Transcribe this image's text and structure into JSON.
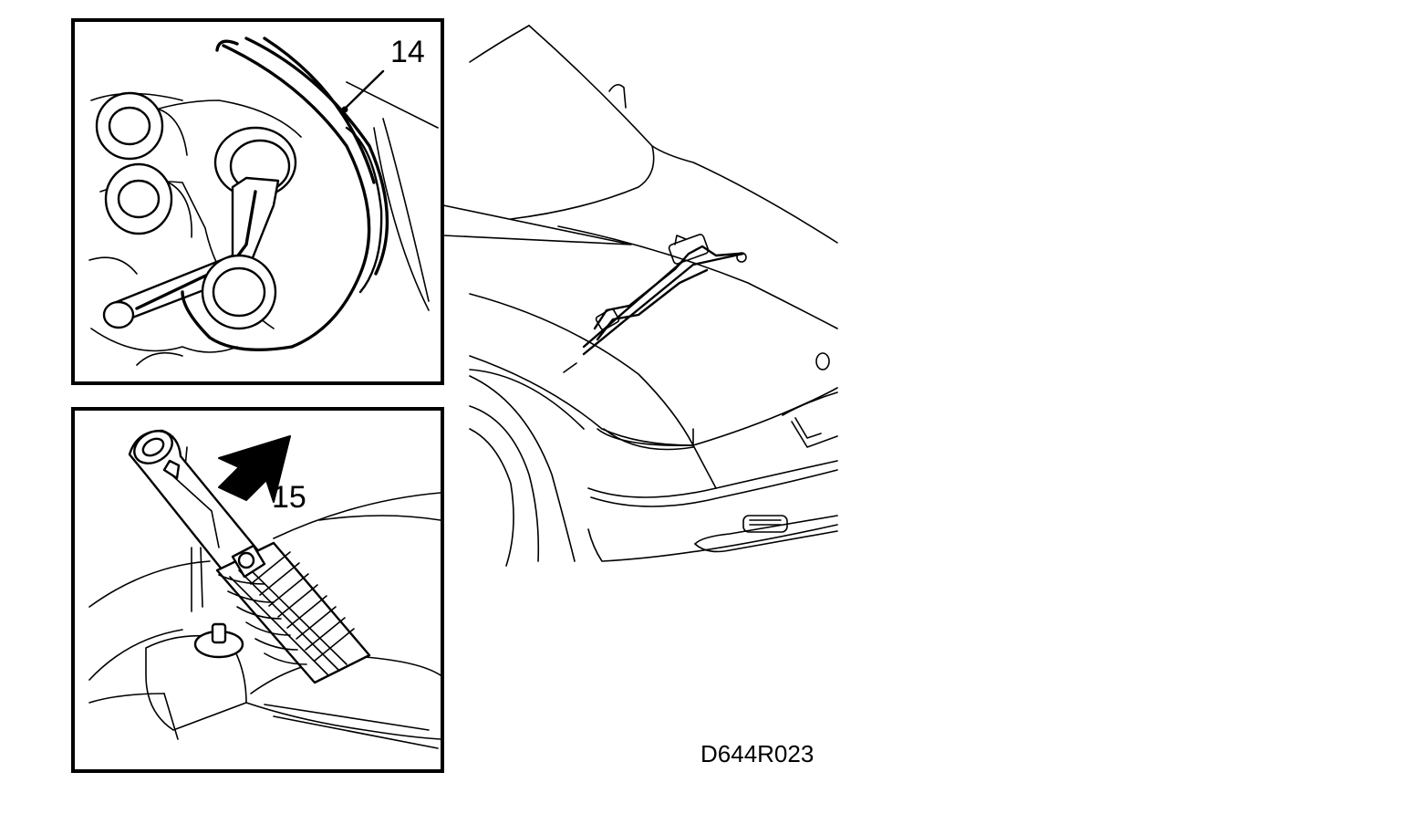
{
  "callouts": {
    "top_inset": "14",
    "bottom_inset": "15"
  },
  "figure_code": "D644R023",
  "colors": {
    "ink": "#000000",
    "paper": "#ffffff"
  }
}
